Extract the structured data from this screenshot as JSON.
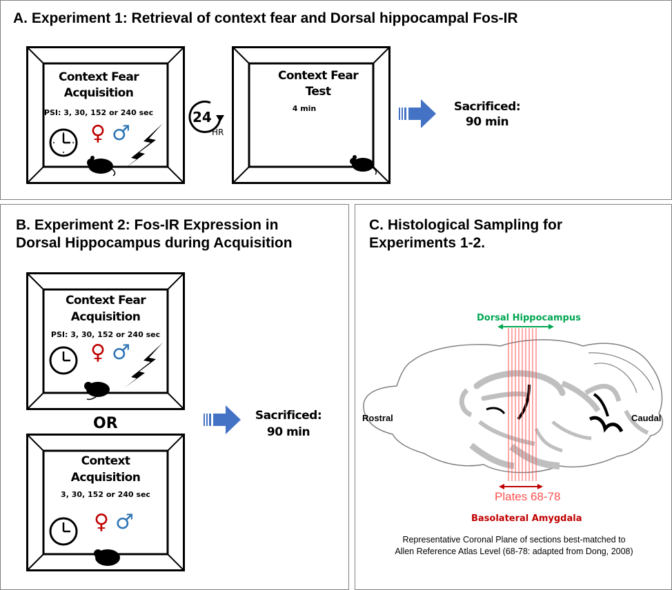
{
  "panel_a": {
    "title": "A. Experiment 1: Retrieval of context fear and Dorsal hippocampal Fos-IR",
    "box1": {
      "line1": "Context Fear",
      "line2": "Acquisition",
      "psi": "PSI: 3, 30, 152 or 240 sec"
    },
    "delay": {
      "number": "24",
      "unit": "HR"
    },
    "box2": {
      "line1": "Context Fear",
      "line2": "Test",
      "duration": "4 min"
    },
    "outcome": {
      "line1": "Sacrificed:",
      "line2": "90 min"
    }
  },
  "panel_b": {
    "title_line1": "B. Experiment 2: Fos-IR Expression in",
    "title_line2": "Dorsal Hippocampus during Acquisition",
    "box1": {
      "line1": "Context Fear",
      "line2": "Acquisition",
      "psi": "PSI: 3, 30, 152 or 240 sec"
    },
    "or_label": "OR",
    "box2": {
      "line1": "Context",
      "line2": "Acquisition",
      "psi": "3, 30, 152 or 240 sec"
    },
    "outcome": {
      "line1": "Sacrificed:",
      "line2": "90 min"
    }
  },
  "panel_c": {
    "title_line1": "C. Histological Sampling for",
    "title_line2": "Experiments 1-2.",
    "dorsal_label": "Dorsal Hippocampus",
    "rostral_label": "Rostral",
    "caudal_label": "Caudal",
    "plates_label": "Plates 68-78",
    "bla_label": "Basolateral Amygdala",
    "caption_line1": "Representative Coronal Plane of sections best-matched to",
    "caption_line2": "Allen Reference Atlas Level (68-78: adapted from Dong, 2008)"
  },
  "symbols": {
    "female": "♀",
    "male": "♂"
  },
  "colors": {
    "female": "#c00000",
    "male": "#2e75b6",
    "arrow_blue": "#4472c4",
    "dorsal_green": "#00a651",
    "plates_red": "#ff5050",
    "bla_red": "#c00000",
    "brain_gray": "#bfbfbf"
  },
  "icons": [
    "clock-icon",
    "rotate-24-icon",
    "lightning-icon",
    "mouse-icon",
    "arrow-right-icon"
  ]
}
